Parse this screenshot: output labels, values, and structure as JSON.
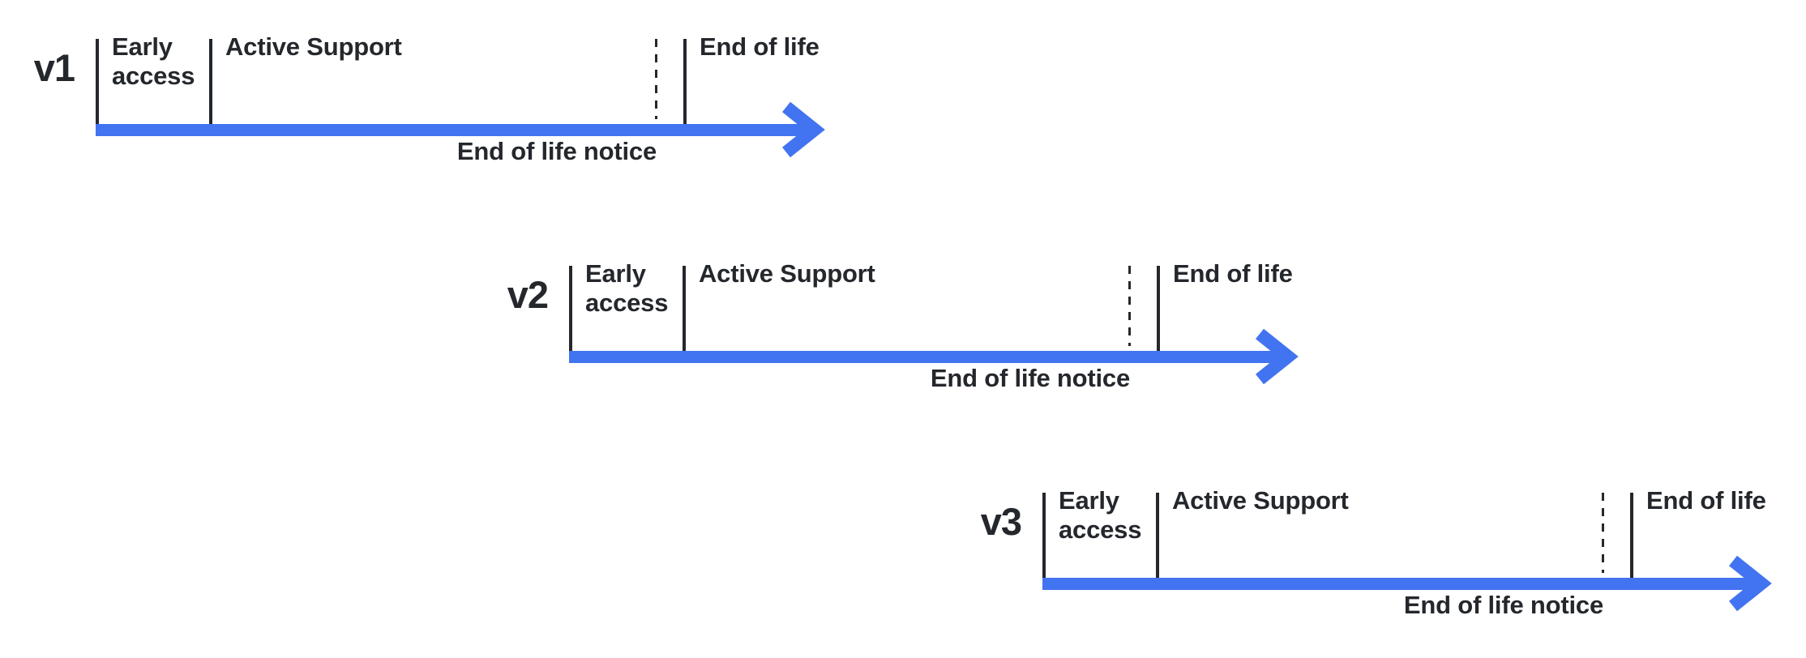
{
  "diagram": {
    "type": "version-lifecycle-timelines",
    "background_color": "#ffffff",
    "arrow_color": "#4273f0",
    "text_color": "#24272c",
    "rows": [
      {
        "version": "v1",
        "early_access": "Early access",
        "active_support": "Active Support",
        "end_of_life": "End of life",
        "end_of_life_notice": "End of life notice",
        "arrow_icon": "right-arrow-icon"
      },
      {
        "version": "v2",
        "early_access": "Early access",
        "active_support": "Active Support",
        "end_of_life": "End of life",
        "end_of_life_notice": "End of life notice",
        "arrow_icon": "right-arrow-icon"
      },
      {
        "version": "v3",
        "early_access": "Early access",
        "active_support": "Active Support",
        "end_of_life": "End of life",
        "end_of_life_notice": "End of life notice",
        "arrow_icon": "right-arrow-icon"
      }
    ]
  }
}
